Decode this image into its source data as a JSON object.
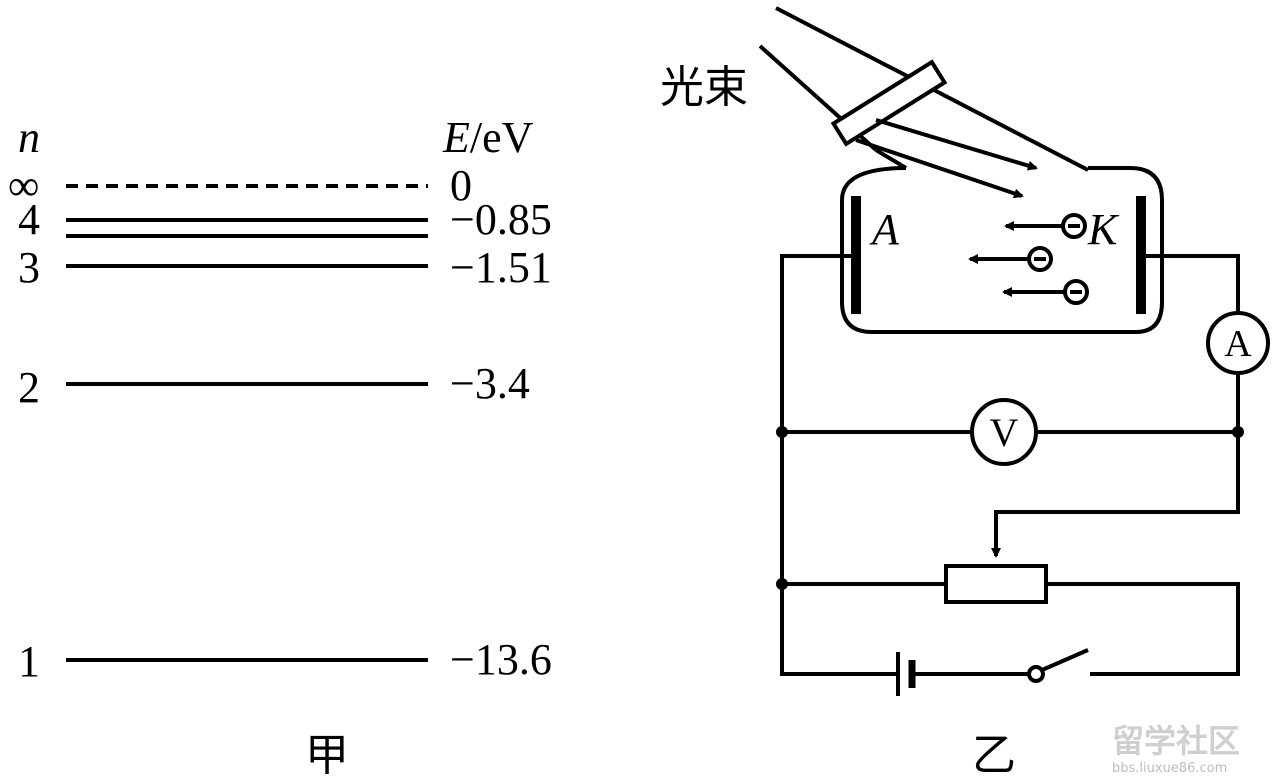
{
  "energy_diagram": {
    "axis_n_label": "n",
    "axis_E_label": "E",
    "axis_E_unit": "/eV",
    "levels": [
      {
        "n": "∞",
        "energy": "0"
      },
      {
        "n": "4",
        "energy": "−0.85"
      },
      {
        "n": "",
        "energy": ""
      },
      {
        "n": "3",
        "energy": "−1.51"
      },
      {
        "n": "2",
        "energy": "−3.4"
      },
      {
        "n": "1",
        "energy": "−13.6"
      }
    ],
    "caption": "甲"
  },
  "circuit_diagram": {
    "light_beam_label": "光束",
    "electrode_A_label": "A",
    "electrode_K_label": "K",
    "ammeter_label": "A",
    "voltmeter_label": "V",
    "caption": "乙"
  },
  "watermark": {
    "text": "留学社区",
    "url_text": "bbs.liuxue86.com"
  }
}
